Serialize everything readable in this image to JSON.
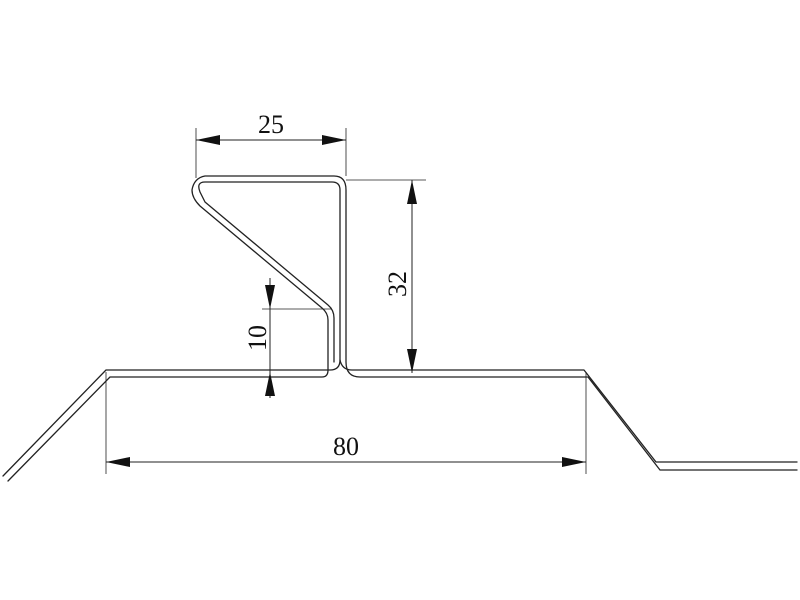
{
  "dimensions": {
    "width_top": "25",
    "height_rib": "32",
    "height_lip": "10",
    "width_base": "80"
  },
  "colors": {
    "line": "#222222",
    "background": "#ffffff"
  }
}
